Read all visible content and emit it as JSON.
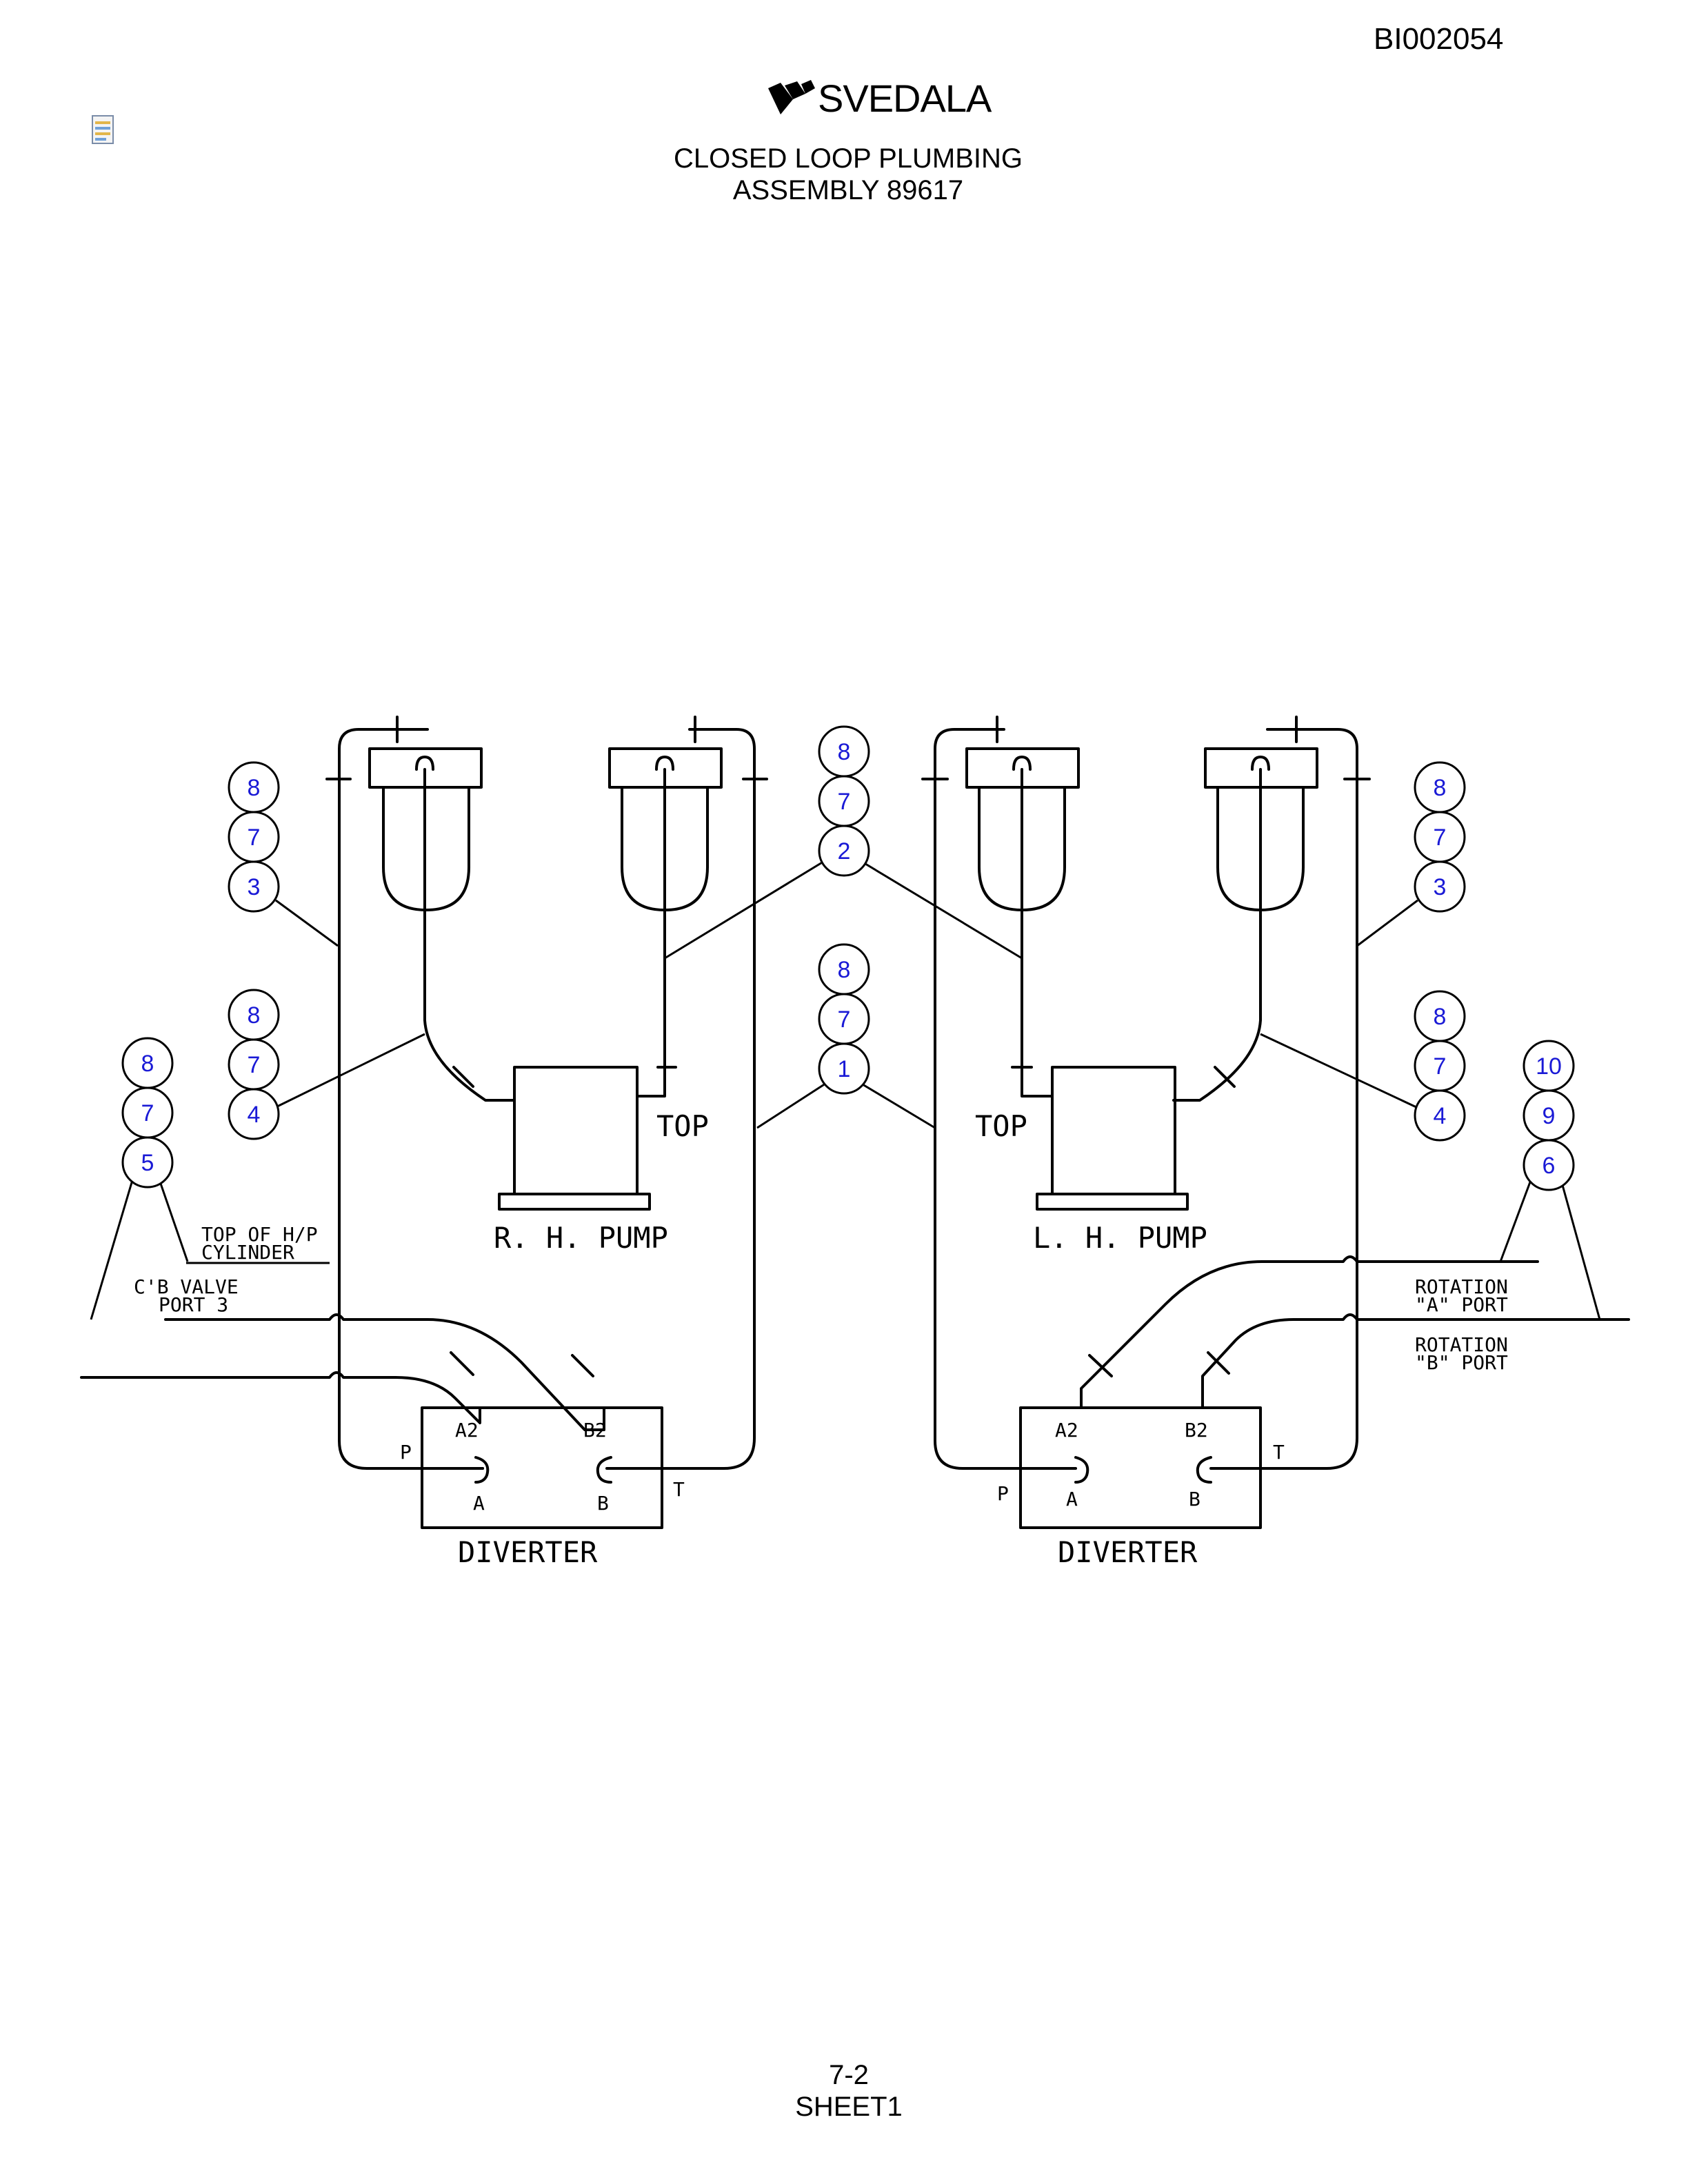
{
  "header": {
    "doc_id": "BI002054",
    "brand": "SVEDALA",
    "title_line1": "CLOSED LOOP PLUMBING",
    "title_line2": "ASSEMBLY 89617"
  },
  "footer": {
    "page": "7-2",
    "sheet": "SHEET1"
  },
  "diagram": {
    "components": {
      "rh_pump": "R. H. PUMP",
      "lh_pump": "L. H. PUMP",
      "top_left": "TOP",
      "top_right": "TOP",
      "diverter_left": "DIVERTER",
      "diverter_right": "DIVERTER"
    },
    "ports": {
      "a2": "A2",
      "b2": "B2",
      "a": "A",
      "b": "B",
      "p": "P",
      "t": "T"
    },
    "connections": {
      "top_hp_line1": "TOP OF H/P",
      "top_hp_line2": "CYLINDER",
      "cb_valve_line1": "C'B VALVE",
      "cb_valve_line2": "PORT 3",
      "rot_a_line1": "ROTATION",
      "rot_a_line2": "\"A\" PORT",
      "rot_b_line1": "ROTATION",
      "rot_b_line2": "\"B\" PORT"
    },
    "balloons": {
      "g_left_upper": [
        "8",
        "7",
        "3"
      ],
      "g_left_lower": [
        "8",
        "7",
        "4"
      ],
      "g_far_left": [
        "8",
        "7",
        "5"
      ],
      "g_center_upper": [
        "8",
        "7",
        "2"
      ],
      "g_center_lower": [
        "8",
        "7",
        "1"
      ],
      "g_right_upper": [
        "8",
        "7",
        "3"
      ],
      "g_right_lower": [
        "8",
        "7",
        "4"
      ],
      "g_far_right": [
        "10",
        "9",
        "6"
      ]
    },
    "colors": {
      "balloon_text": "#1a1ad6",
      "line": "#000000"
    }
  }
}
